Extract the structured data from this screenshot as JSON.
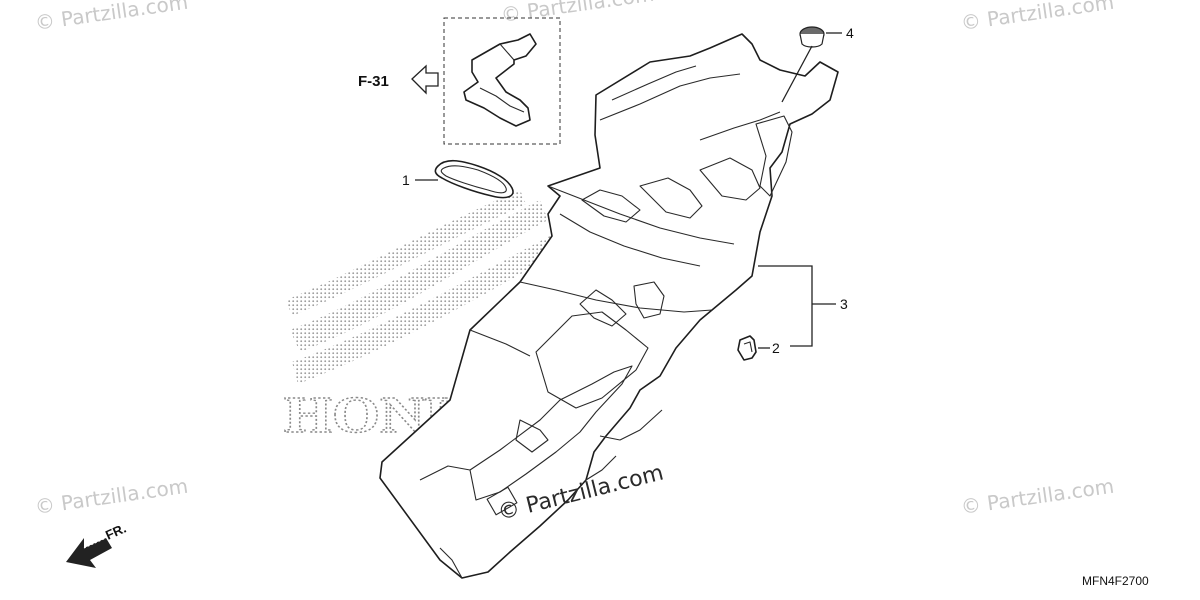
{
  "diagram": {
    "callouts": [
      {
        "id": "1",
        "label": "1"
      },
      {
        "id": "2",
        "label": "2"
      },
      {
        "id": "3",
        "label": "3"
      },
      {
        "id": "4",
        "label": "4"
      }
    ],
    "reference": "F-31",
    "direction_label": "FR.",
    "code": "MFN4F2700",
    "watermark": "© Partzilla.com",
    "center_watermark": "© Partzilla.com",
    "brand_text": "HONDA"
  }
}
